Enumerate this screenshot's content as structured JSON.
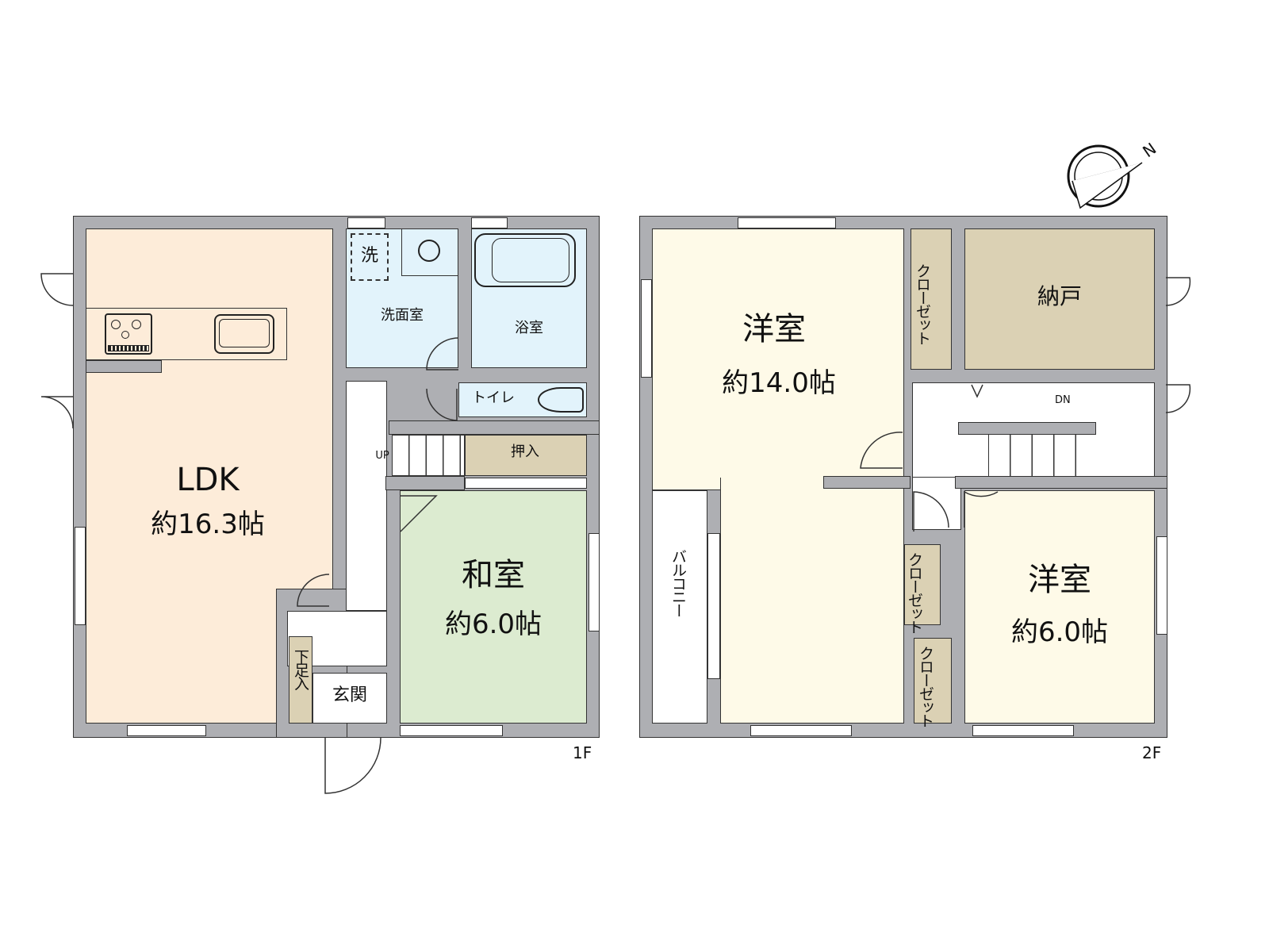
{
  "floors": [
    {
      "id": "1F",
      "label": "1F",
      "rooms": [
        {
          "key": "ldk",
          "name": "LDK",
          "area": "約16.3帖"
        },
        {
          "key": "washitsu",
          "name": "和室",
          "area": "約6.0帖"
        },
        {
          "key": "senmenshitsu",
          "name": "洗面室"
        },
        {
          "key": "yokushitsu",
          "name": "浴室"
        },
        {
          "key": "toilet",
          "name": "トイレ"
        },
        {
          "key": "oshiire",
          "name": "押入"
        },
        {
          "key": "genkan",
          "name": "玄関"
        },
        {
          "key": "getabako",
          "name": "下足入"
        },
        {
          "key": "washer",
          "name": "洗"
        }
      ],
      "stairs_label": "UP"
    },
    {
      "id": "2F",
      "label": "2F",
      "rooms": [
        {
          "key": "youshitsu_large",
          "name": "洋室",
          "area": "約14.0帖"
        },
        {
          "key": "youshitsu_small",
          "name": "洋室",
          "area": "約6.0帖"
        },
        {
          "key": "nando",
          "name": "納戸"
        },
        {
          "key": "closet_1",
          "name": "クローゼット"
        },
        {
          "key": "closet_2",
          "name": "クローゼット"
        },
        {
          "key": "closet_3",
          "name": "クローゼット"
        },
        {
          "key": "balcony",
          "name": "バルコニー"
        }
      ],
      "stairs_label": "DN"
    }
  ],
  "compass": {
    "north_label": "N"
  },
  "colors": {
    "wall": "#aeafb3",
    "ldk": "#fdecd9",
    "wet_area": "#e2f3fb",
    "washitsu": "#dcebd0",
    "youshitsu": "#fefae8",
    "storage": "#dbd1b4",
    "outline": "#333333"
  }
}
